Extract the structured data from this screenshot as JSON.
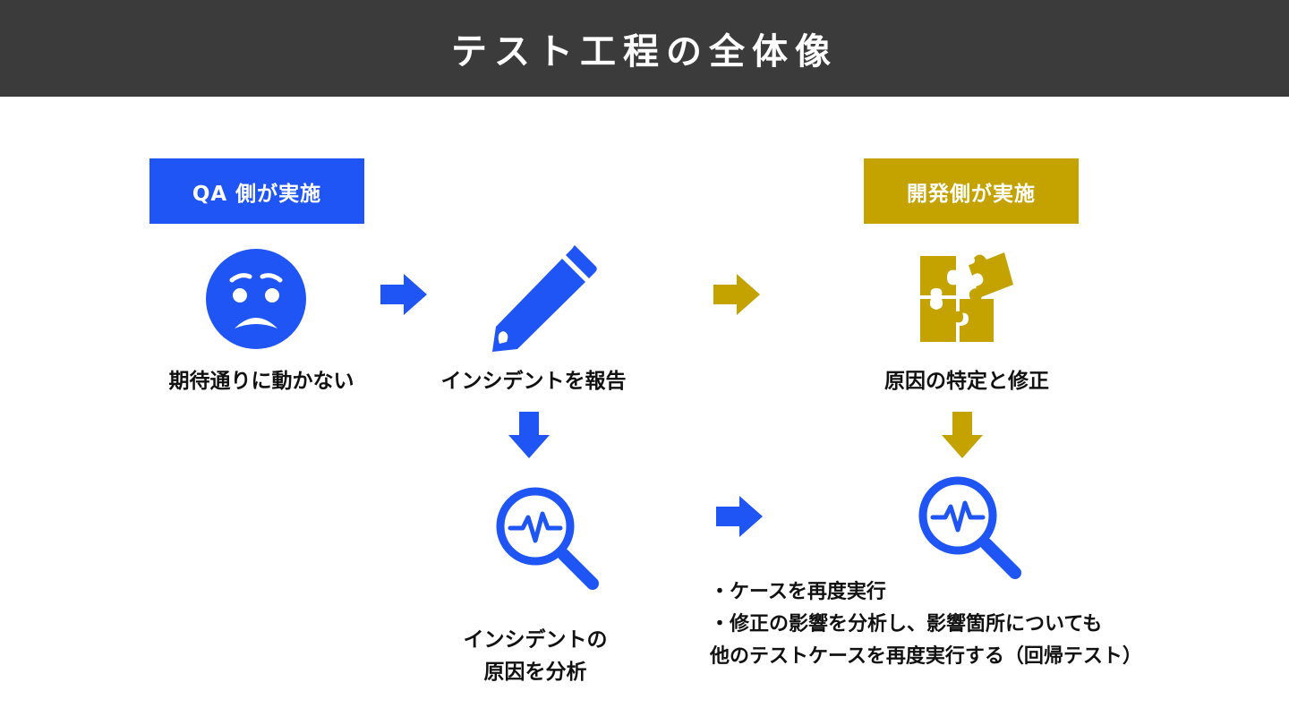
{
  "title": "テスト工程の全体像",
  "colors": {
    "qa": "#1f55f5",
    "dev": "#c4a200",
    "header": "#3b3b3b"
  },
  "tags": {
    "qa": "QA 側が実施",
    "dev": "開発側が実施"
  },
  "steps": {
    "not_working": "期待通りに動かない",
    "report": "インシデントを報告",
    "fix": "原因の特定と修正",
    "analyze_line1": "インシデントの",
    "analyze_line2": "原因を分析"
  },
  "retest": {
    "bullet1": "・ケースを再度実行",
    "bullet2": "・修正の影響を分析し、影響箇所についても",
    "bullet2_cont": "他のテストケースを再度実行する（回帰テスト）"
  },
  "icons": [
    "worried-face-icon",
    "pencil-icon",
    "puzzle-icon",
    "magnifier-pulse-icon",
    "arrow-right-icon",
    "arrow-down-icon"
  ]
}
